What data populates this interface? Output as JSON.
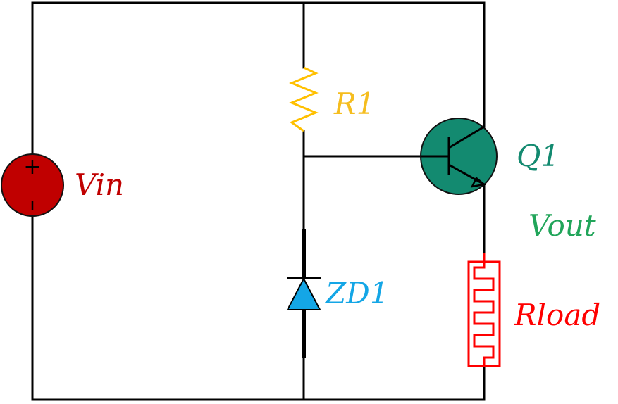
{
  "components": {
    "vin": {
      "label": "Vin",
      "plus_sign": "+",
      "minus_sign": "-",
      "color": "#c00000",
      "label_color": "#c00000"
    },
    "r1": {
      "label": "R1",
      "color": "#ffc000",
      "label_color": "#f5bd1f"
    },
    "q1": {
      "label": "Q1",
      "color": "#138a70",
      "label_color": "#138a70"
    },
    "vout": {
      "label": "Vout",
      "label_color": "#21a55a"
    },
    "zd1": {
      "label": "ZD1",
      "color": "#14a6e6",
      "label_color": "#14a6e6"
    },
    "rload": {
      "label": "Rload",
      "color": "#ff0000",
      "label_color": "#ff0000"
    }
  },
  "colors": {
    "wire": "#000000",
    "background": "#ffffff"
  }
}
